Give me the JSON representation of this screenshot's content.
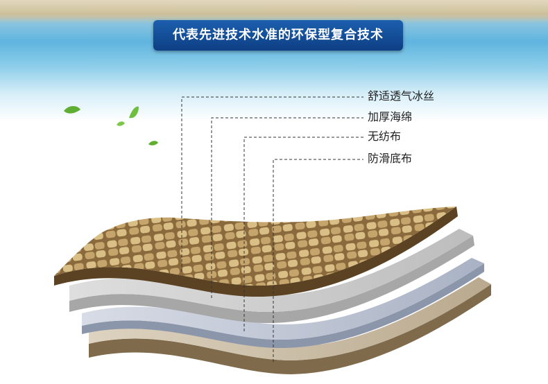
{
  "title": "代表先进技术水准的环保型复合技术",
  "layers": [
    {
      "label": "舒适透气冰丝",
      "color": "#b89a64"
    },
    {
      "label": "加厚海绵",
      "color": "#d9d9d7"
    },
    {
      "label": "无纺布",
      "color": "#c7cdd9"
    },
    {
      "label": "防滑底布",
      "color": "#cbbfa9"
    }
  ],
  "decor": {
    "leaf_color": "#6ab43a",
    "banner_color": "#1c5fae"
  }
}
